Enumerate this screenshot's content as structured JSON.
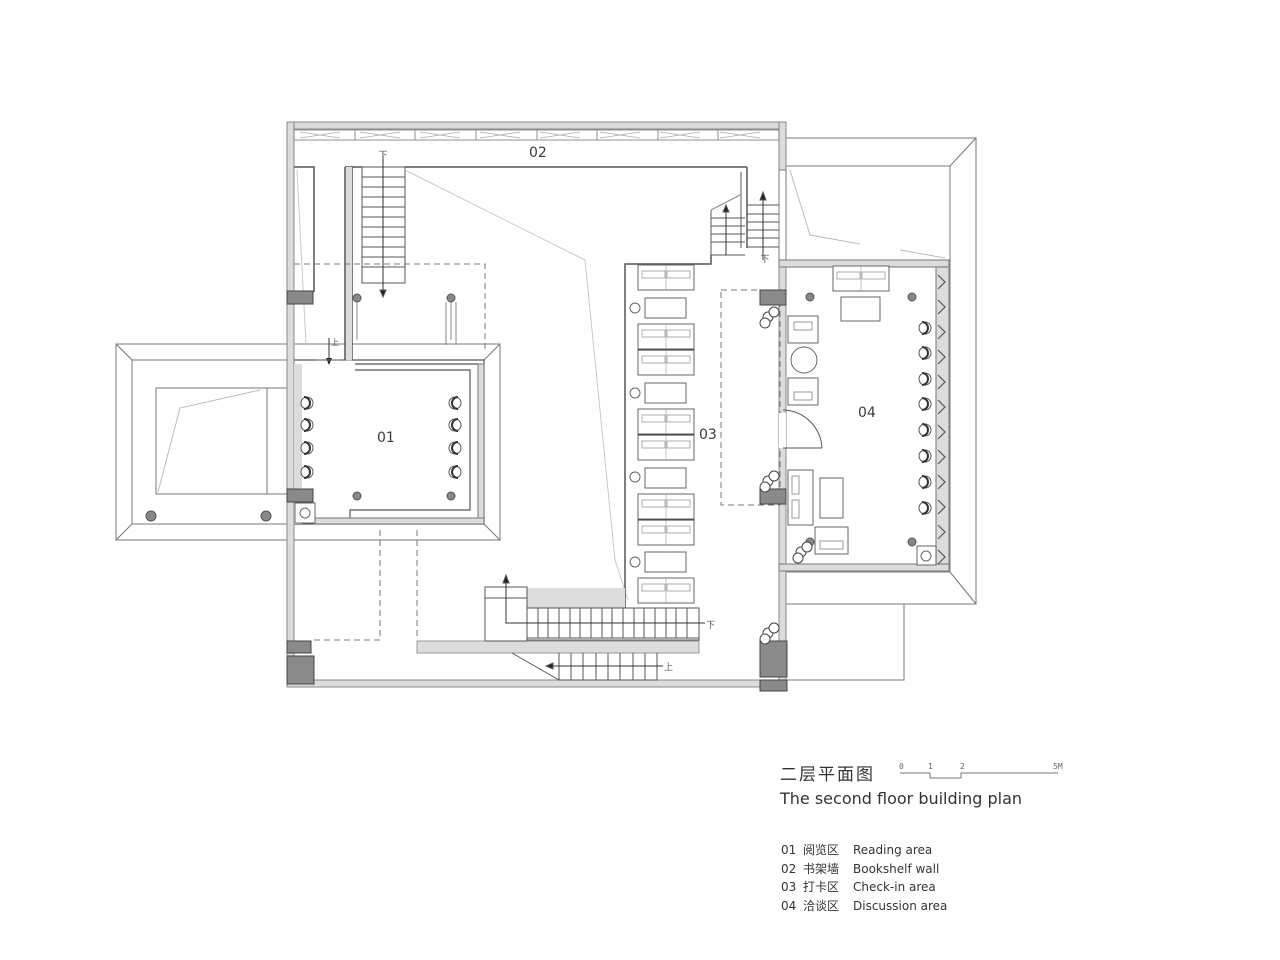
{
  "drawing": {
    "rooms": [
      {
        "id": "01",
        "label": "01"
      },
      {
        "id": "02",
        "label": "02"
      },
      {
        "id": "03",
        "label": "03"
      },
      {
        "id": "04",
        "label": "04"
      }
    ],
    "stair_marks": {
      "down": "下",
      "up": "上"
    }
  },
  "title": {
    "cn": "二层平面图",
    "en": "The second floor building plan"
  },
  "scale_bar": {
    "ticks": [
      "0",
      "1",
      "2",
      "5M"
    ]
  },
  "legend": [
    {
      "num": "01",
      "cn": "阅览区",
      "en": "Reading area"
    },
    {
      "num": "02",
      "cn": "书架墙",
      "en": "Bookshelf wall"
    },
    {
      "num": "03",
      "cn": "打卡区",
      "en": "Check-in area"
    },
    {
      "num": "04",
      "cn": "洽谈区",
      "en": "Discussion area"
    }
  ],
  "colors": {
    "wall_fill": "#dcdcdc",
    "line": "#555555",
    "column_fill": "#8a8a8a",
    "dot_fill": "#888888"
  }
}
